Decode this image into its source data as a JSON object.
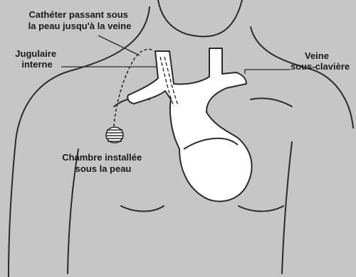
{
  "labels": {
    "catheter": [
      "Cathéter passant sous",
      "la peau jusqu'à la veine"
    ],
    "jugular": [
      "Jugulaire",
      "interne"
    ],
    "subclavian": [
      "Veine",
      "sous-clavière"
    ],
    "chamber": [
      "Chambre installée",
      "sous la peau"
    ]
  },
  "colors": {
    "background": "#c6c6c6",
    "outline": "#2b2b2b",
    "vessel_fill": "#ffffff"
  }
}
